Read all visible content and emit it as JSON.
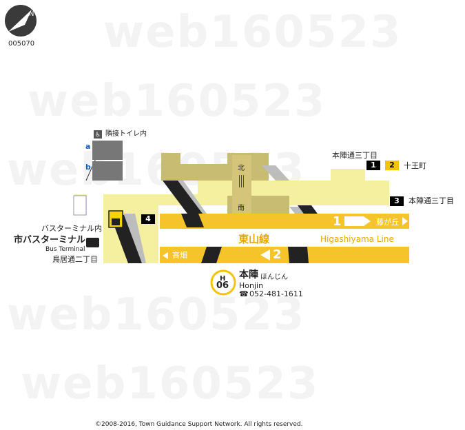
{
  "map_code": "005070",
  "compass_label": "N",
  "watermark_text": "web160523",
  "adjacent_toilet_label": "隣接トイレ内",
  "toilet_a": "a",
  "toilet_b": "b",
  "bus_terminal_inside": "バスターミナル内",
  "bus_terminal_jp": "市バスターミナル",
  "bus_terminal_en": "Bus Terminal",
  "toriidori": "鳥居通二丁目",
  "north_label": "北",
  "south_label": "南",
  "line_name_jp": "東山線",
  "line_name_en": "Higashiyama Line",
  "platform1_num": "1",
  "platform1_dest": "藤が丘",
  "platform2_num": "2",
  "platform2_dest": "高畑",
  "exits": {
    "e1": "1",
    "e2": "2",
    "e3": "3",
    "e4": "4",
    "e12_label": "本陣通三丁目",
    "e2_label": "十王町",
    "e3_label": "本陣通三丁目"
  },
  "station": {
    "line_code": "H",
    "number": "06",
    "name_jp": "本陣",
    "name_kana": "ほんじん",
    "name_en": "Honjin",
    "phone": "052-481-1611",
    "phone_icon": "☎"
  },
  "copyright": "©2008-2016, Town Guidance Support Network. All rights reserved.",
  "colors": {
    "platform": "#f5c42a",
    "concourse": "#f5f0a0",
    "structure": "#c8bb72",
    "stair_dark": "#222222",
    "stair_shadow": "#bdbdbd"
  }
}
